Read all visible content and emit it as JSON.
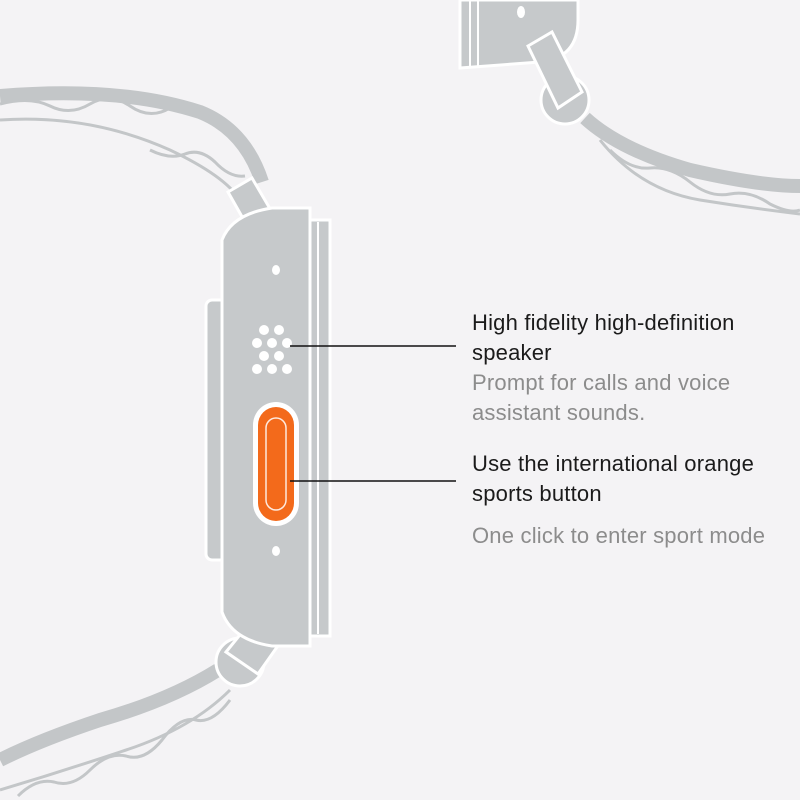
{
  "colors": {
    "background": "#f4f3f5",
    "watch_body": "#c6c9cb",
    "watch_outline": "#ffffff",
    "band": "#c3c6c8",
    "action_button": "#f36a1b",
    "title_text": "#1b1b1b",
    "description_text": "#8c8c8c",
    "leader_line": "#111111"
  },
  "icons": {
    "speaker_grille": "speaker-grille-icon",
    "action_button": "action-button-icon"
  },
  "callouts": {
    "speaker": {
      "title": "High fidelity high-definition speaker",
      "description": "Prompt for calls and voice assistant sounds."
    },
    "sports_button": {
      "title": "Use the international orange sports button",
      "description": "One click to enter sport mode"
    }
  }
}
